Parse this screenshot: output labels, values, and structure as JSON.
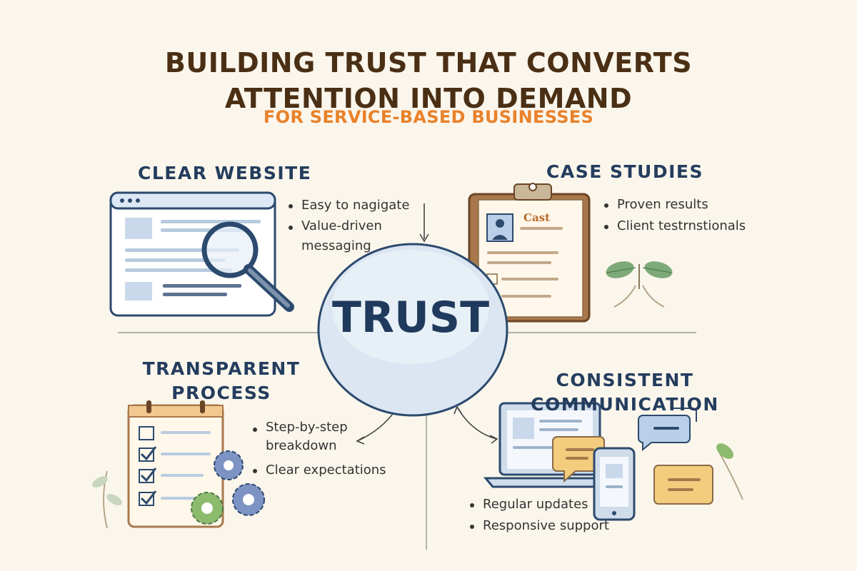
{
  "title_line1": "BUILDING TRUST THAT CONVERTS",
  "title_line2": "ATTENTION INTO DEMAND",
  "subtitle": "FOR SERVICE-BASED BUSINESSES",
  "center": {
    "label": "TRUST"
  },
  "sections": {
    "clear_website": {
      "heading": "CLEAR WEBSITE",
      "bullets": [
        "Easy to nagigate",
        "Value-driven messaging"
      ]
    },
    "case_studies": {
      "heading": "CASE STUDIES",
      "card_label": "Cast",
      "bullets": [
        "Proven results",
        "Client testrnstionals"
      ]
    },
    "transparent_process": {
      "heading_line1": "TRANSPARENT",
      "heading_line2": "PROCESS",
      "bullets": [
        "Step-by-step breakdown",
        "Clear expectations"
      ]
    },
    "consistent_communication": {
      "heading_line1": "CONSISTENT",
      "heading_line2": "COMMUNICATION",
      "bullets": [
        "Regular updates",
        "Responsive support"
      ]
    }
  },
  "colors": {
    "background": "#fbf6ec",
    "title": "#4a2f14",
    "subtitle": "#e8822b",
    "heading": "#243d5e",
    "circle_fill": "#dbe6f2",
    "circle_stroke": "#2c4a6e"
  },
  "icons": [
    "browser-window-icon",
    "magnifier-icon",
    "clipboard-icon",
    "plant-icon",
    "checklist-icon",
    "gears-icon",
    "laptop-icon",
    "phone-icon",
    "chat-bubble-icon",
    "leaf-icon"
  ]
}
